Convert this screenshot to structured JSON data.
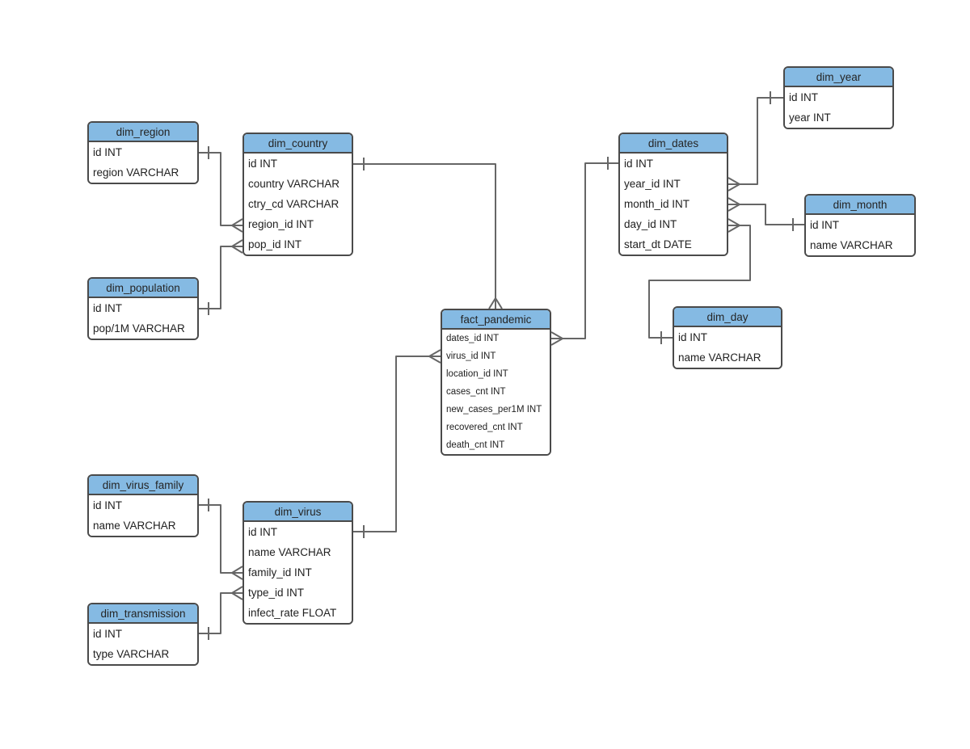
{
  "diagram": {
    "type": "entity-relationship",
    "colors": {
      "header_fill": "#85BAE3",
      "box_border": "#4a4a4a",
      "line_color": "#666666",
      "text_color": "#212121",
      "canvas_bg": "#ffffff"
    },
    "tables": [
      {
        "name": "dim_region",
        "fields": [
          "id INT",
          "region VARCHAR"
        ]
      },
      {
        "name": "dim_country",
        "fields": [
          "id INT",
          "country VARCHAR",
          "ctry_cd VARCHAR",
          "region_id INT",
          "pop_id INT"
        ]
      },
      {
        "name": "dim_population",
        "fields": [
          "id INT",
          "pop/1M VARCHAR"
        ]
      },
      {
        "name": "dim_year",
        "fields": [
          "id INT",
          "year INT"
        ]
      },
      {
        "name": "dim_dates",
        "fields": [
          "id INT",
          "year_id INT",
          "month_id INT",
          "day_id INT",
          "start_dt DATE"
        ]
      },
      {
        "name": "dim_month",
        "fields": [
          "id INT",
          "name VARCHAR"
        ]
      },
      {
        "name": "dim_day",
        "fields": [
          "id INT",
          "name VARCHAR"
        ]
      },
      {
        "name": "fact_pandemic",
        "fields": [
          "dates_id INT",
          "virus_id INT",
          "location_id INT",
          "cases_cnt INT",
          "new_cases_per1M INT",
          "recovered_cnt INT",
          "death_cnt INT"
        ]
      },
      {
        "name": "dim_virus_family",
        "fields": [
          "id INT",
          "name VARCHAR"
        ]
      },
      {
        "name": "dim_virus",
        "fields": [
          "id INT",
          "name VARCHAR",
          "family_id INT",
          "type_id INT",
          "infect_rate FLOAT"
        ]
      },
      {
        "name": "dim_transmission",
        "fields": [
          "id INT",
          "type VARCHAR"
        ]
      }
    ],
    "relationships": [
      {
        "one": "dim_region.id",
        "many": "dim_country.region_id"
      },
      {
        "one": "dim_population.id",
        "many": "dim_country.pop_id"
      },
      {
        "one": "dim_country.id",
        "many": "fact_pandemic.location_id"
      },
      {
        "one": "dim_dates.id",
        "many": "fact_pandemic.dates_id"
      },
      {
        "one": "dim_year.id",
        "many": "dim_dates.year_id"
      },
      {
        "one": "dim_month.id",
        "many": "dim_dates.month_id"
      },
      {
        "one": "dim_day.id",
        "many": "dim_dates.day_id"
      },
      {
        "one": "dim_virus.id",
        "many": "fact_pandemic.virus_id"
      },
      {
        "one": "dim_virus_family.id",
        "many": "dim_virus.family_id"
      },
      {
        "one": "dim_transmission.id",
        "many": "dim_virus.type_id"
      }
    ]
  }
}
